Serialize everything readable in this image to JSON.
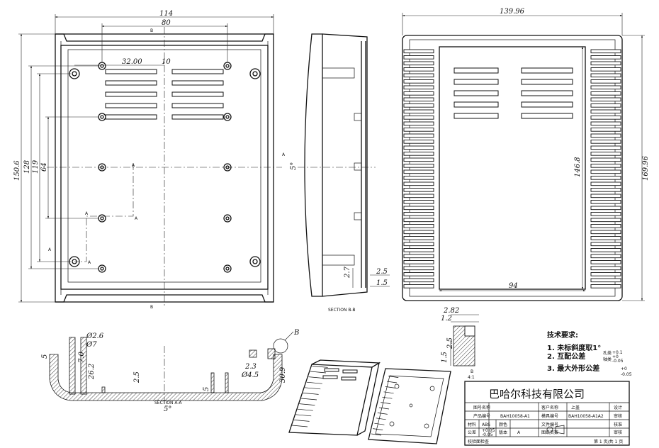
{
  "top_view": {
    "dims": {
      "w114": "114",
      "w80": "80",
      "w32": "32.00",
      "w10": "10",
      "h150": "150.6",
      "h128": "128",
      "h119": "119",
      "h64": "64"
    },
    "section_labels": {
      "b_top": "B",
      "b_bottom": "B",
      "a_right": "A",
      "a1": "A",
      "a2": "A",
      "a3": "A",
      "a4": "A",
      "a5": "A"
    }
  },
  "side_view": {
    "angle": "5°",
    "dims": {
      "d27": "2.7",
      "d25": "2.5",
      "d15": "1.5"
    },
    "caption": "SECTION B-B"
  },
  "right_view": {
    "dims": {
      "w13996": "139.96",
      "h16996": "169.96",
      "h1468": "146.8",
      "w94": "94"
    }
  },
  "section_aa": {
    "dims": {
      "phi26": "Ø2.6",
      "phi7": "Ø7",
      "d5": "5",
      "d70": "7.0",
      "d262": "26.2",
      "d25": "2.5",
      "d5b": "5",
      "d23": "2.3",
      "phi45": "Ø4.5",
      "d309": "30.9"
    },
    "angle": "5°",
    "caption": "SECTION A-A",
    "detail_callout": "B"
  },
  "detail_b": {
    "dims": {
      "d282": "2.82",
      "d12": "1.2",
      "d15": "1.5",
      "d25": "2.5"
    },
    "caption": "B",
    "scale": "4:1"
  },
  "tech_notes": {
    "title": "技术要求:",
    "items": [
      "1. 未标斜度取1°",
      "2. 互配公差",
      "3. 最大外形公差"
    ],
    "tol1_a": "+0.1",
    "tol1_b": "+0",
    "tol1_c": "-0.05",
    "tol2_a": "+0",
    "tol2_b": "-0.05",
    "tol_label1": "孔类",
    "tol_label2": "轴类"
  },
  "title_block": {
    "company": "巴哈尔科技有限公司",
    "r1": [
      "图号名称",
      "",
      "客户名称",
      "上盖",
      "设计"
    ],
    "r2": [
      "产品编号",
      "BAH10058-A1",
      "模具编号",
      "BAH10058-A1A2",
      "审核"
    ],
    "r3": [
      "材料",
      "ABS",
      "颜色",
      "",
      "文件编号",
      ""
    ],
    "r4": [
      "公差",
      "+0.05",
      "-0.05",
      "版本",
      "A",
      "图纸页数",
      ""
    ],
    "r5_label": "核准",
    "r5_label2": "审核",
    "footer": "校验面检查",
    "page": "第 1 页/共 1 页"
  }
}
